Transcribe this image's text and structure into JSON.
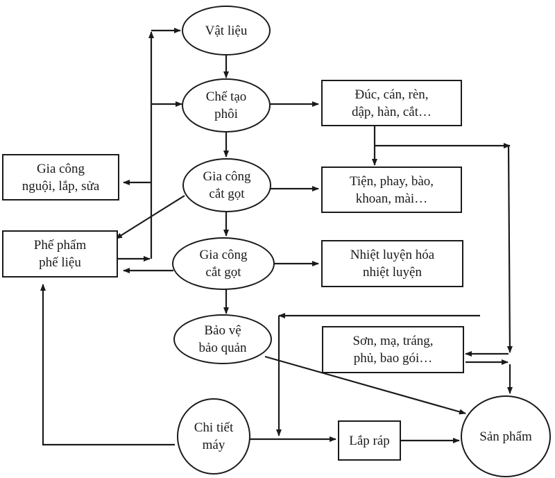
{
  "diagram": {
    "type": "flowchart",
    "language": "vi",
    "line_color": "#1a1a1a",
    "background": "#ffffff",
    "nodes": {
      "vat_lieu": {
        "shape": "ellipse",
        "lines": [
          "Vật liệu"
        ]
      },
      "che_tao_phoi": {
        "shape": "ellipse",
        "lines": [
          "Chế tạo",
          "phôi"
        ]
      },
      "gia_cong_cat_got_1": {
        "shape": "ellipse",
        "lines": [
          "Gia công",
          "cắt gọt"
        ]
      },
      "gia_cong_cat_got_2": {
        "shape": "ellipse",
        "lines": [
          "Gia công",
          "cắt gọt"
        ]
      },
      "bao_ve_bao_quan": {
        "shape": "ellipse",
        "lines": [
          "Bảo vệ",
          "bảo quản"
        ]
      },
      "chi_tiet_may": {
        "shape": "circle",
        "lines": [
          "Chi tiết",
          "máy"
        ]
      },
      "san_pham": {
        "shape": "circle",
        "lines": [
          "Sản phẩm"
        ]
      },
      "duc_can_ren": {
        "shape": "rect",
        "lines": [
          "Đúc, cán, rèn,",
          "dập, hàn, cắt…"
        ]
      },
      "tien_phay_bao": {
        "shape": "rect",
        "lines": [
          "Tiện, phay, bào,",
          "khoan, mài…"
        ]
      },
      "nhiet_luyen": {
        "shape": "rect",
        "lines": [
          "Nhiệt luyện hóa",
          "nhiệt luyện"
        ]
      },
      "son_ma_trang": {
        "shape": "rect",
        "lines": [
          "Sơn, mạ, tráng,",
          "phủ, bao gói…"
        ]
      },
      "gia_cong_nguoi": {
        "shape": "rect",
        "lines": [
          "Gia công",
          "nguội, lắp, sửa"
        ]
      },
      "phe_pham": {
        "shape": "rect",
        "lines": [
          "Phế phẩm",
          "phế liệu"
        ]
      },
      "lap_rap": {
        "shape": "rect",
        "lines": [
          "Lắp ráp"
        ]
      }
    },
    "edges": [
      {
        "from": "vat_lieu",
        "to": "che_tao_phoi"
      },
      {
        "from": "che_tao_phoi",
        "to": "duc_can_ren"
      },
      {
        "from": "che_tao_phoi",
        "to": "gia_cong_cat_got_1"
      },
      {
        "from": "duc_can_ren",
        "to": "tien_phay_bao"
      },
      {
        "from": "duc_can_ren",
        "to": "son_ma_trang",
        "via": "right-side bus"
      },
      {
        "from": "gia_cong_cat_got_1",
        "to": "tien_phay_bao"
      },
      {
        "from": "gia_cong_cat_got_1",
        "to": "gia_cong_cat_got_2"
      },
      {
        "from": "gia_cong_cat_got_1",
        "to": "phe_pham"
      },
      {
        "from": "gia_cong_cat_got_2",
        "to": "nhiet_luyen"
      },
      {
        "from": "gia_cong_cat_got_2",
        "to": "phe_pham"
      },
      {
        "from": "gia_cong_cat_got_2",
        "to": "bao_ve_bao_quan"
      },
      {
        "from": "phe_pham",
        "to": "vat_lieu",
        "via": "left-side bus"
      },
      {
        "from": "phe_pham",
        "to": "che_tao_phoi",
        "via": "left-side bus"
      },
      {
        "from": "phe_pham",
        "to": "gia_cong_nguoi",
        "via": "left-side bus"
      },
      {
        "from": "bao_ve_bao_quan",
        "to": "san_pham"
      },
      {
        "from": "son_ma_trang",
        "to": "san_pham"
      },
      {
        "from": "son_ma_trang",
        "to": "lap_rap",
        "via": "loop-back line"
      },
      {
        "from": "chi_tiet_may",
        "to": "lap_rap"
      },
      {
        "from": "chi_tiet_may",
        "to": "phe_pham"
      },
      {
        "from": "lap_rap",
        "to": "san_pham"
      }
    ]
  }
}
